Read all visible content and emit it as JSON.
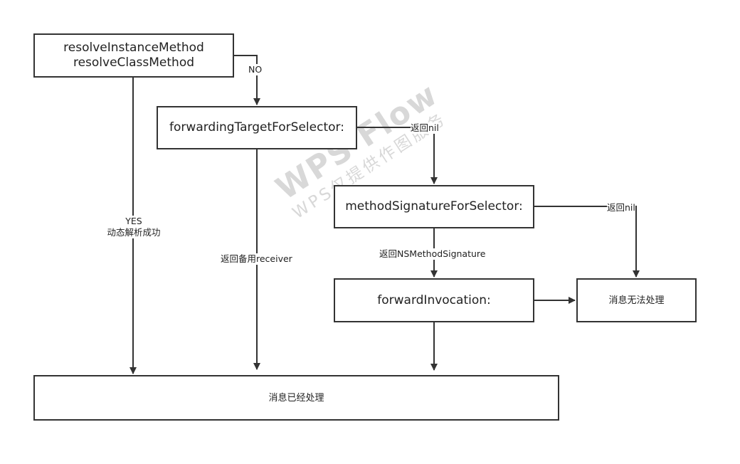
{
  "nodes": {
    "resolve": {
      "line1": "resolveInstanceMethod",
      "line2": "resolveClassMethod"
    },
    "forwarding_target": "forwardingTargetForSelector:",
    "method_signature": "methodSignatureForSelector:",
    "forward_invocation": "forwardInvocation:",
    "unhandled": "消息无法处理",
    "handled": "消息已经处理"
  },
  "edge_labels": {
    "no": "NO",
    "return_nil_1": "返回nil",
    "return_nil_2": "返回nil",
    "yes": "YES",
    "dynamic_resolve_success": "动态解析成功",
    "return_backup_receiver": "返回备用receiver",
    "return_signature": "返回NSMethodSignature"
  },
  "watermark": {
    "line1": "WPS Flow",
    "line2": "WPS仅提供作图服务"
  }
}
